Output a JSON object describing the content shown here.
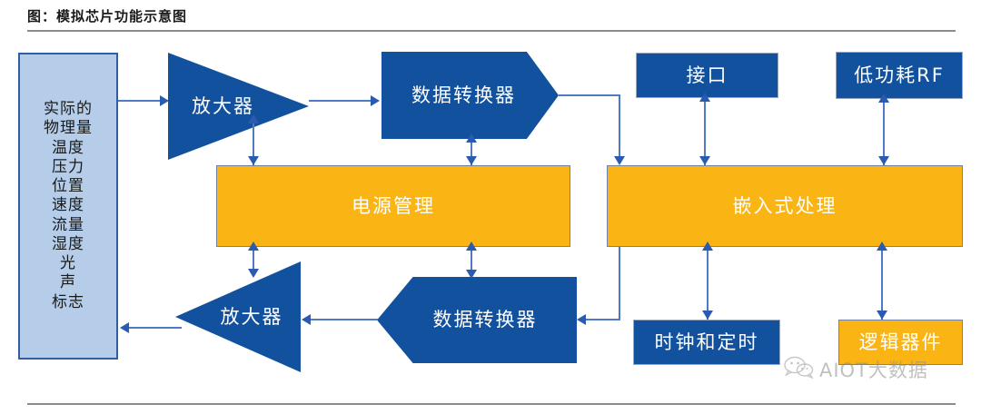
{
  "figure": {
    "title": "图：模拟芯片功能示意图"
  },
  "sensor_input": {
    "name": "physical-quantities",
    "lines": [
      "实际的",
      "物理量",
      "温度",
      "压力",
      "位置",
      "速度",
      "流量",
      "湿度",
      "光",
      "声",
      "标志"
    ]
  },
  "blocks": {
    "amplifier_top": "放大器",
    "data_converter_top": "数据转换器",
    "interface": "接口",
    "low_power_rf": "低功耗RF",
    "power_management": "电源管理",
    "embedded_processing": "嵌入式处理",
    "amplifier_bottom": "放大器",
    "data_converter_bottom": "数据转换器",
    "clock_and_timing": "时钟和定时",
    "logic_devices": "逻辑器件"
  },
  "watermark": {
    "text": "AIOT大数据",
    "icon": "wechat-icon"
  },
  "colors": {
    "blue": "#12519E",
    "orange": "#FAB515",
    "light_blue": "#B5CDE8",
    "connector": "#4E79C4",
    "rule": "#8C8C8C"
  }
}
